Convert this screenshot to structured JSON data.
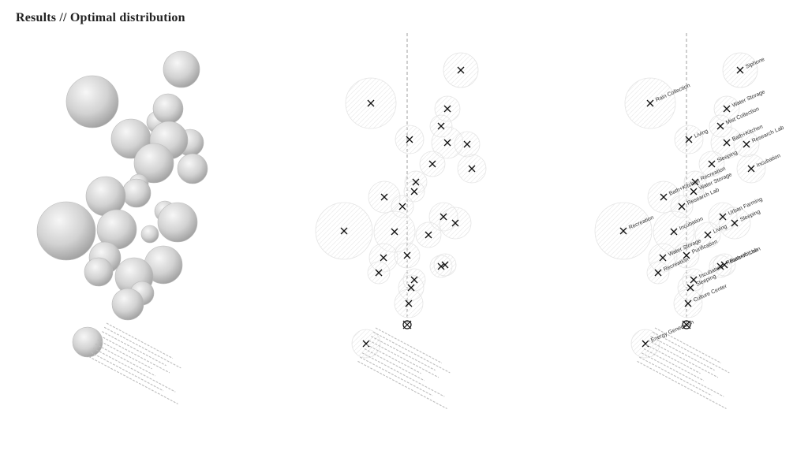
{
  "header": {
    "title": "Results // Optimal distribution"
  },
  "programs": [
    {
      "id": "siphone",
      "label": "Siphone"
    },
    {
      "id": "rain-collection",
      "label": "Rain Collection"
    },
    {
      "id": "water-storage-top",
      "label": "Water Storage"
    },
    {
      "id": "mist-collection",
      "label": "Mist Collection"
    },
    {
      "id": "living-top",
      "label": "Living"
    },
    {
      "id": "bath-kitchen-top",
      "label": "Bath+Kitchen"
    },
    {
      "id": "research-lab-top",
      "label": "Research Lab"
    },
    {
      "id": "sleeping-top",
      "label": "Sleeping"
    },
    {
      "id": "incubation-top",
      "label": "Incubation"
    },
    {
      "id": "recreation-top",
      "label": "Recreation"
    },
    {
      "id": "water-storage-mid",
      "label": "Water Storage"
    },
    {
      "id": "bath-kitchen-mid",
      "label": "Bath+Kitchen"
    },
    {
      "id": "research-lab-mid",
      "label": "Research Lab"
    },
    {
      "id": "urban-farming",
      "label": "Urban Farming"
    },
    {
      "id": "sleeping-mid",
      "label": "Sleeping"
    },
    {
      "id": "recreation-mid",
      "label": "Recreation"
    },
    {
      "id": "incubation-mid",
      "label": "Incubation"
    },
    {
      "id": "living-mid",
      "label": "Living"
    },
    {
      "id": "water-storage-low",
      "label": "Water Storage"
    },
    {
      "id": "purification",
      "label": "Purification"
    },
    {
      "id": "research-low",
      "label": "Research Lab"
    },
    {
      "id": "bath-kitchen-low",
      "label": "Bath+Kitchen"
    },
    {
      "id": "recreation-low",
      "label": "Recreation"
    },
    {
      "id": "incubation-low",
      "label": "Incubation"
    },
    {
      "id": "sleeping-low",
      "label": "Sleeping"
    },
    {
      "id": "culture-center",
      "label": "Culture Center"
    },
    {
      "id": "energy-generation",
      "label": "Energy Generation"
    }
  ],
  "colors": {
    "sphere_light": "#f7f7f7",
    "sphere_mid": "#d2d2d2",
    "sphere_dark": "#9a9a9a",
    "marker": "#111111",
    "ghost": "#e4e4e4",
    "axis": "#888888"
  }
}
